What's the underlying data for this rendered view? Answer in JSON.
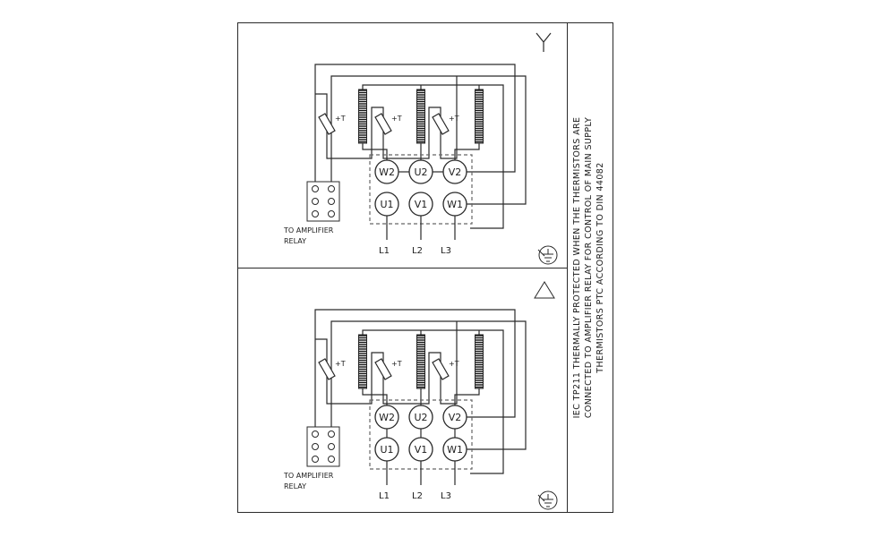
{
  "colors": {
    "line": "#2a2a2a",
    "background": "#ffffff"
  },
  "sidebar": {
    "lines": [
      "IEC TP211 THERMALLY PROTECTED WHEN THE THERMISTORS ARE",
      "CONNECTED TO AMPLIFIER RELAY FOR CONTROL OF MAIN SUPPLY",
      "THERMISTORS PTC ACCORDING TO DIN 44082"
    ]
  },
  "panels": [
    {
      "connection": "star",
      "terminals": {
        "top": [
          "W2",
          "U2",
          "V2"
        ],
        "bottom": [
          "U1",
          "V1",
          "W1"
        ]
      },
      "supply_lines": [
        "L1",
        "L2",
        "L3"
      ],
      "thermistor_label": "+T",
      "relay_label_line1": "TO AMPLIFIER",
      "relay_label_line2": "RELAY"
    },
    {
      "connection": "delta",
      "terminals": {
        "top": [
          "W2",
          "U2",
          "V2"
        ],
        "bottom": [
          "U1",
          "V1",
          "W1"
        ]
      },
      "supply_lines": [
        "L1",
        "L2",
        "L3"
      ],
      "thermistor_label": "+T",
      "relay_label_line1": "TO AMPLIFIER",
      "relay_label_line2": "RELAY"
    }
  ]
}
